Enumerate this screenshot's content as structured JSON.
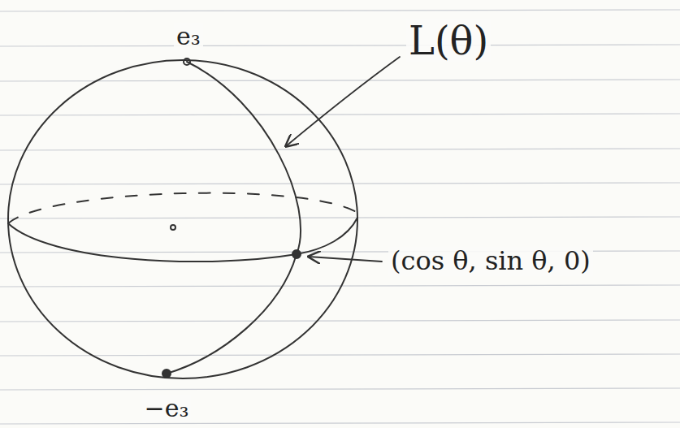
{
  "diagram": {
    "labels": [
      "e₃",
      "L(θ)",
      "(cos θ, sin θ, 0)",
      "−e₃"
    ]
  }
}
